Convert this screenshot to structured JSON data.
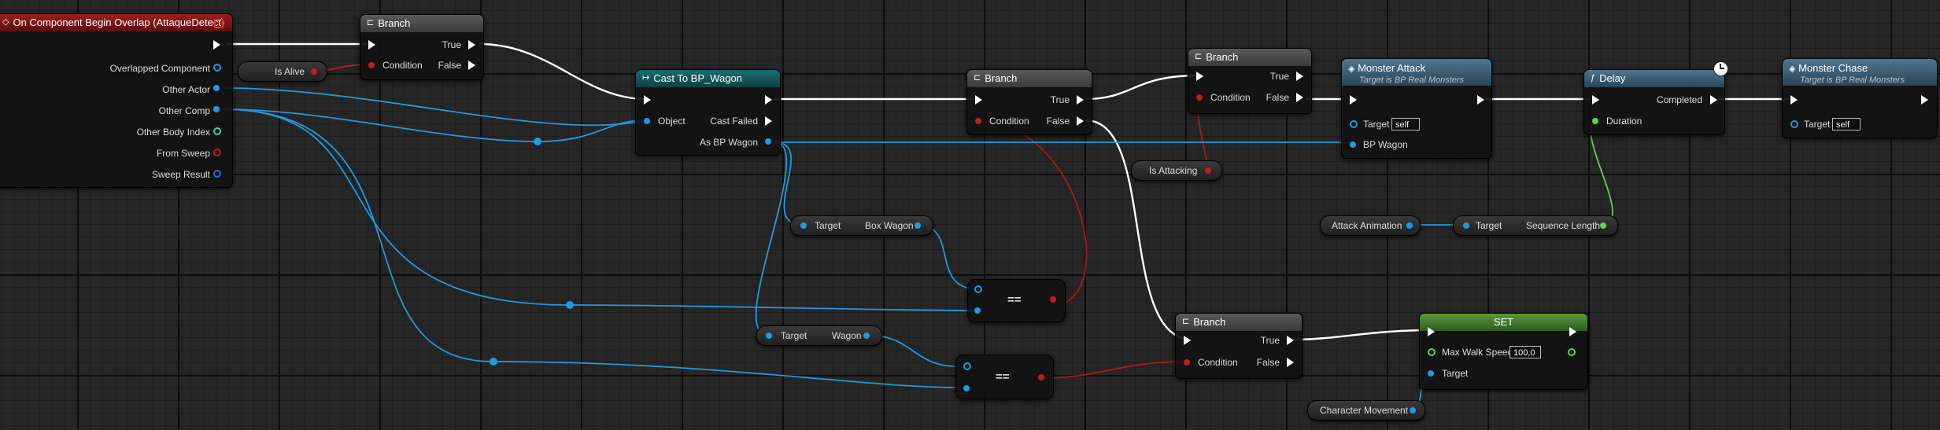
{
  "colors": {
    "exec": "#ffffff",
    "boolean": "#c01c1c",
    "object": "#1e9be0",
    "struct": "#2a6ad0",
    "float": "#56d64a",
    "cast_header": "#1b6d70",
    "event_header": "#9a2020",
    "function_header": "#4f7590",
    "macro_header": "#5a5a5a",
    "set_header": "#5c9a3c"
  },
  "event": {
    "title": "On Component Begin Overlap (AttaqueDetect)",
    "pins": [
      "Overlapped Component",
      "Other Actor",
      "Other Comp",
      "Other Body Index",
      "From Sweep",
      "Sweep Result"
    ]
  },
  "is_alive": {
    "label": "Is Alive"
  },
  "branch1": {
    "title": "Branch",
    "condition": "Condition",
    "true_label": "True",
    "false_label": "False"
  },
  "cast": {
    "title": "Cast To BP_Wagon",
    "object": "Object",
    "failed": "Cast Failed",
    "as_wagon": "As BP Wagon"
  },
  "branch2": {
    "title": "Branch",
    "condition": "Condition",
    "true_label": "True",
    "false_label": "False"
  },
  "branch3": {
    "title": "Branch",
    "condition": "Condition",
    "true_label": "True",
    "false_label": "False"
  },
  "is_attacking": {
    "label": "Is Attacking"
  },
  "monster_attack": {
    "title": "Monster Attack",
    "subtitle": "Target is BP Real Monsters",
    "target": "Target",
    "target_value": "self",
    "bp_wagon": "BP Wagon"
  },
  "delay": {
    "title": "Delay",
    "completed": "Completed",
    "duration": "Duration"
  },
  "monster_chase": {
    "title": "Monster Chase",
    "subtitle": "Target is BP Real Monsters",
    "target": "Target",
    "target_value": "self"
  },
  "attack_animation": {
    "label": "Attack Animation"
  },
  "sequence_length": {
    "target": "Target",
    "output": "Sequence Length"
  },
  "box_wagon": {
    "target": "Target",
    "output": "Box Wagon"
  },
  "wagon": {
    "target": "Target",
    "output": "Wagon"
  },
  "eq1": {
    "op": "=="
  },
  "eq2": {
    "op": "=="
  },
  "branch4": {
    "title": "Branch",
    "condition": "Condition",
    "true_label": "True",
    "false_label": "False"
  },
  "set_node": {
    "title": "SET",
    "max_walk_speed": "Max Walk Speed",
    "max_walk_speed_value": "100,0",
    "target": "Target"
  },
  "character_movement": {
    "label": "Character Movement"
  }
}
